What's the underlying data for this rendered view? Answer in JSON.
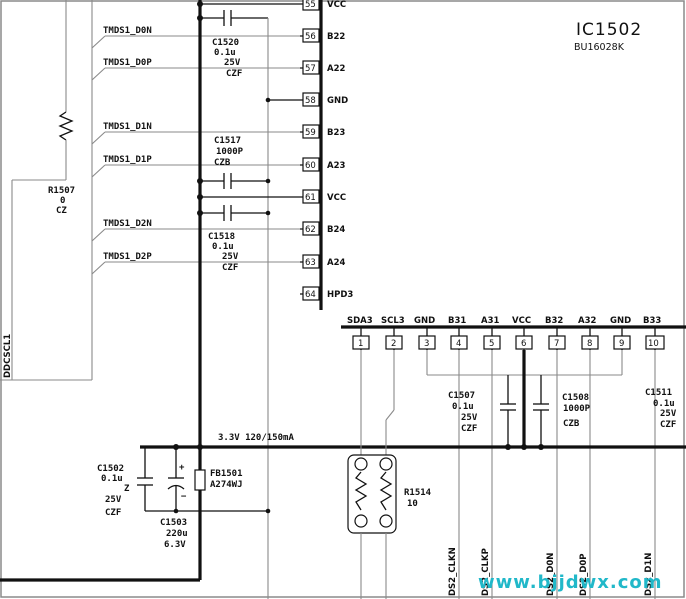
{
  "ic": {
    "ref": "IC1502",
    "part": "BU16028K"
  },
  "net_labels": [
    "TMDS1_D0N",
    "TMDS1_D0P",
    "TMDS1_D1N",
    "TMDS1_D1P",
    "TMDS1_D2N",
    "TMDS1_D2P"
  ],
  "right_pins": [
    {
      "num": "55",
      "name": "VCC"
    },
    {
      "num": "56",
      "name": "B22"
    },
    {
      "num": "57",
      "name": "A22"
    },
    {
      "num": "58",
      "name": "GND"
    },
    {
      "num": "59",
      "name": "B23"
    },
    {
      "num": "60",
      "name": "A23"
    },
    {
      "num": "61",
      "name": "VCC"
    },
    {
      "num": "62",
      "name": "B24"
    },
    {
      "num": "63",
      "name": "A24"
    },
    {
      "num": "64",
      "name": "HPD3"
    }
  ],
  "bottom_pins": [
    {
      "num": "1",
      "name": "SDA3"
    },
    {
      "num": "2",
      "name": "SCL3"
    },
    {
      "num": "3",
      "name": "GND"
    },
    {
      "num": "4",
      "name": "B31"
    },
    {
      "num": "5",
      "name": "A31"
    },
    {
      "num": "6",
      "name": "VCC"
    },
    {
      "num": "7",
      "name": "B32"
    },
    {
      "num": "8",
      "name": "A32"
    },
    {
      "num": "9",
      "name": "GND"
    },
    {
      "num": "10",
      "name": "B33"
    }
  ],
  "components": {
    "c1520": [
      "C1520",
      "0.1u",
      "25V",
      "CZF"
    ],
    "c1517": [
      "C1517",
      "1000P",
      "CZB"
    ],
    "c1518": [
      "C1518",
      "0.1u",
      "25V",
      "CZF"
    ],
    "r1507": [
      "R1507",
      "0",
      "CZ"
    ],
    "c1507": [
      "C1507",
      "0.1u",
      "25V",
      "CZF"
    ],
    "c1508": [
      "C1508",
      "1000P",
      "CZB"
    ],
    "c1511": [
      "C1511",
      "0.1u",
      "25V",
      "CZF"
    ],
    "c1502": [
      "C1502",
      "0.1u",
      "Z",
      "25V",
      "CZF"
    ],
    "c1503": [
      "C1503",
      "220u",
      "6.3V"
    ],
    "fb1501": [
      "FB1501",
      "A274WJ"
    ],
    "r1514": [
      "R1514",
      "10"
    ]
  },
  "rail_label": "3.3V  120/150mA",
  "left_net": "DDCSCL1",
  "bottom_nets": [
    "DS2_CLKN",
    "DS2_CLKP",
    "DS2_D0N",
    "DS2_D0P",
    "DS2_D1N"
  ],
  "watermark": "www.bjjdwx.com"
}
